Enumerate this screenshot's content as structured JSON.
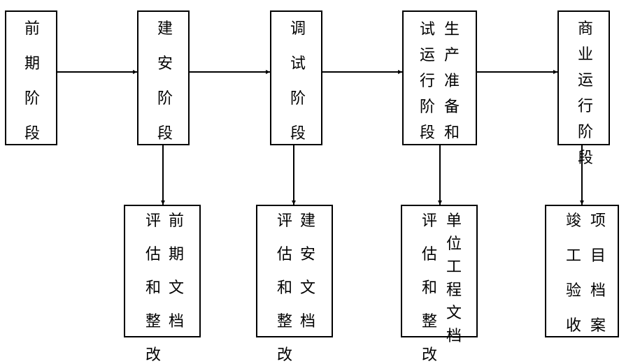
{
  "stages": [
    {
      "id": "preliminary",
      "columns": [
        "前期阶段"
      ]
    },
    {
      "id": "construction",
      "columns": [
        "建安阶段"
      ]
    },
    {
      "id": "commissioning",
      "columns": [
        "调试阶段"
      ]
    },
    {
      "id": "trial-run",
      "columns": [
        "试运行阶段",
        "生产准备和"
      ]
    },
    {
      "id": "commercial",
      "columns": [
        "商业运行阶段"
      ]
    }
  ],
  "documents": [
    {
      "id": "preliminary-doc",
      "columns": [
        "评估和整改",
        "前期文档"
      ]
    },
    {
      "id": "construction-doc",
      "columns": [
        "评估和整改",
        "建安文档"
      ]
    },
    {
      "id": "unit-doc",
      "columns": [
        "评估和整改",
        "单位工程文档"
      ]
    },
    {
      "id": "project-acceptance",
      "columns": [
        "竣工验收",
        "项目档案"
      ]
    }
  ]
}
